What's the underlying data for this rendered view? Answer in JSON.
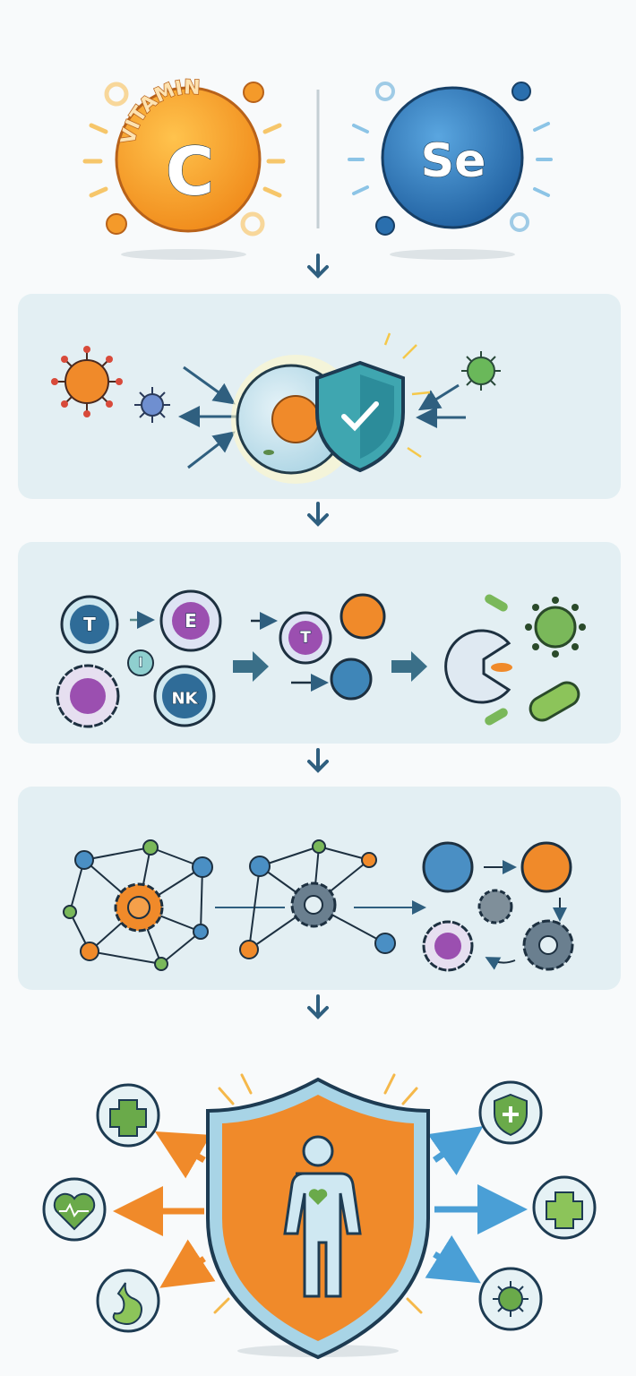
{
  "nutrients": {
    "vitamin_c": {
      "word": "VITAMIN",
      "letter": "C",
      "color": "#f5a11c"
    },
    "selenium": {
      "symbol": "Se",
      "color": "#2f7fc1"
    }
  },
  "stage_immune_cells": {
    "t_cell": "T",
    "effector_cell": "E",
    "small_cell": "I",
    "nk_cell": "NK",
    "activated_t_cell": "T"
  },
  "colors": {
    "panel": "#e3eff3",
    "arrow": "#2f5f7f",
    "orange": "#f08a2a",
    "blue": "#3f86b8",
    "green": "#6aaa4a",
    "purple": "#9b4fb0",
    "teal_shield": "#3fa6b0"
  }
}
